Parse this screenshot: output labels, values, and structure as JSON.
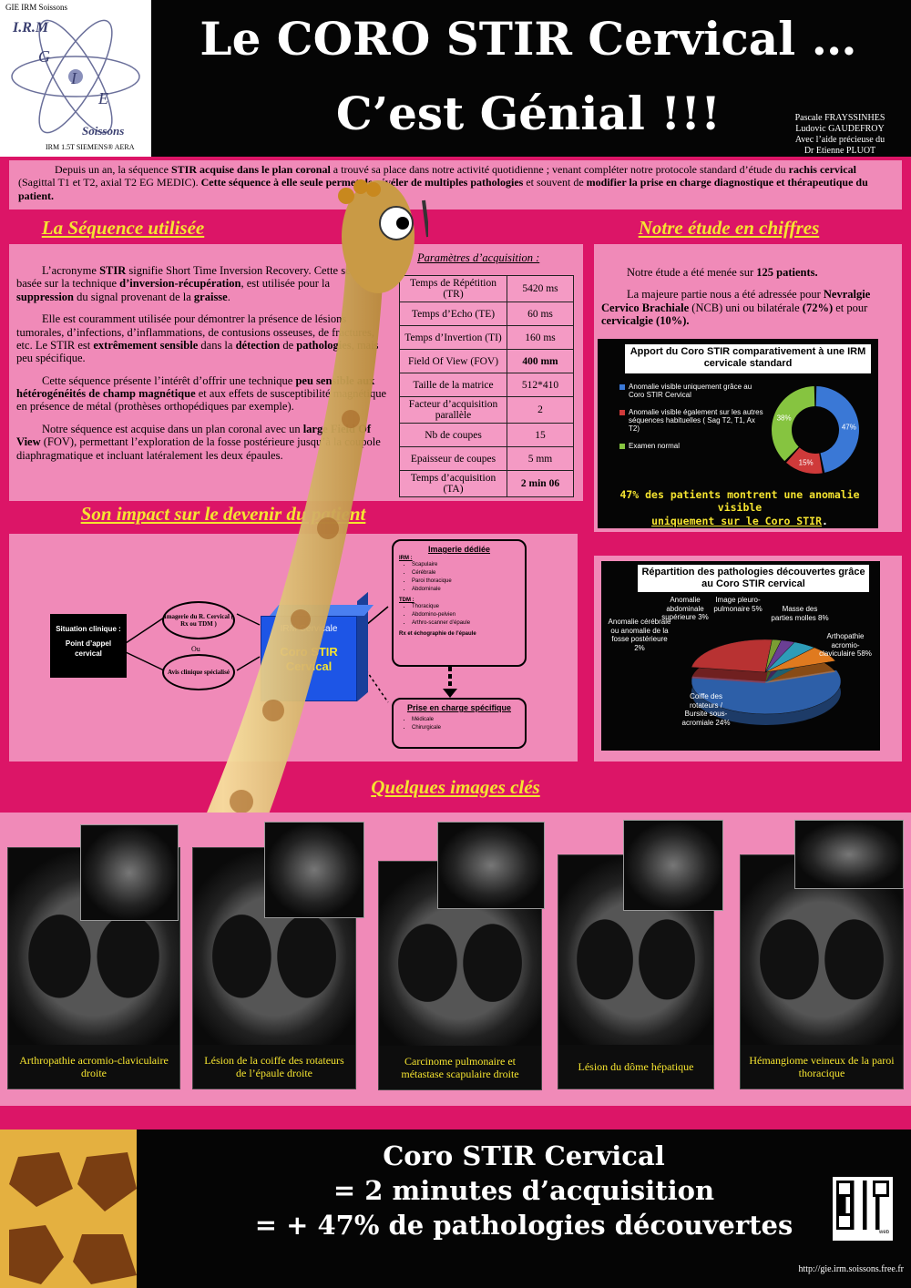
{
  "header": {
    "logo_org": "GIE IRM  Soissons",
    "logo_text1": "I.R.M",
    "logo_text2": "Soissons",
    "logo_letter_g": "G",
    "logo_letter_i": "I",
    "logo_letter_e": "E",
    "logo_caption": "IRM 1.5T SIEMENS® AERA",
    "title_line1": "Le CORO STIR Cervical …",
    "title_line2": "C’est Génial !!!",
    "authors": [
      "Pascale FRAYSSINHES",
      "Ludovic GAUDEFROY",
      "Avec l’aide précieuse du",
      "Dr Etienne PLUOT"
    ]
  },
  "intro": {
    "p1": "Depuis un an, la séquence",
    "p2": "STIR acquise dans le plan coronal",
    "p3": "a trouvé sa place dans notre activité quotidienne ; venant compléter notre protocole standard d’étude du",
    "p4": "rachis cervical",
    "p5": "(Sagittal T1 et T2, axial T2 EG MEDIC).",
    "p6": "Cette séquence à elle seule permet de révéler de multiples pathologies",
    "p7": "et souvent de",
    "p8": "modifier la prise en charge diagnostique et thérapeutique du patient."
  },
  "sequence": {
    "title": "La Séquence utilisée",
    "para1": [
      "L’acronyme",
      "STIR",
      "signifie Short Time Inversion Recovery. Cette séquence basée sur la technique",
      "d’inversion-récupération",
      ", est utilisée pour la",
      "suppression",
      "du signal provenant de la",
      "graisse",
      "."
    ],
    "para2": [
      "Elle est couramment utilisée pour démontrer la présence de lésions tumorales, d’infections, d’inflammations, de contusions osseuses, de fractures, etc. Le STIR est",
      "extrêmement sensible",
      "dans la",
      "détection",
      "de",
      "pathologies",
      ", mais peu spécifique."
    ],
    "para3": [
      "Cette séquence présente l’intérêt d’offrir une technique",
      "peu sensible aux hétérogénéités de champ magnétique",
      "et aux effets de susceptibilité magnétique en présence de métal (prothèses orthopédiques par exemple)."
    ],
    "para4": [
      "Notre séquence est acquise dans un plan coronal avec un",
      "large Field Of View",
      "(FOV), permettant l’exploration de la fosse postérieure jusqu’à la coupole diaphragmatique et incluant latéralement les deux épaules."
    ],
    "params_title": "Paramètres d’acquisition :",
    "params": [
      {
        "label": "Temps de Répétition (TR)",
        "value": "5420 ms",
        "bold": false
      },
      {
        "label": "Temps d’Echo (TE)",
        "value": "60 ms",
        "bold": false
      },
      {
        "label": "Temps d’Invertion (TI)",
        "value": "160 ms",
        "bold": false
      },
      {
        "label": "Field Of View  (FOV)",
        "value": "400 mm",
        "bold": true
      },
      {
        "label": "Taille de la matrice",
        "value": "512*410",
        "bold": false
      },
      {
        "label": "Facteur d’acquisition parallèle",
        "value": "2",
        "bold": false
      },
      {
        "label": "Nb de coupes",
        "value": "15",
        "bold": false
      },
      {
        "label": "Epaisseur de coupes",
        "value": "5 mm",
        "bold": false
      },
      {
        "label": "Temps d’acquisition (TA)",
        "value": "2 min 06",
        "bold": true
      }
    ]
  },
  "impact": {
    "title": "Son impact sur le devenir du patient",
    "situation": "Situation clinique :",
    "point": "Point d’appel cervical",
    "oval1": "Imagerie du R. Cervical ( Rx ou TDM )",
    "ou": "Ou",
    "oval2": "Avis clinique spécialisé",
    "cube_label": "IRM Cervicale",
    "cube_title": "Coro STIR Cervical",
    "dedicated_title": "Imagerie dédiée",
    "irm_label": "IRM :",
    "irm_items": [
      "Scapulaire",
      "Cérébrale",
      "Paroi thoracique",
      "Abdominale"
    ],
    "tdm_label": "TDM :",
    "tdm_items": [
      "Thoracique",
      "Abdomino-pelvien",
      "Arthro-scanner d’épaule"
    ],
    "rx_line": "Rx et échographie de l’épaule",
    "care_title": "Prise en charge spécifique",
    "care_items": [
      "Médicale",
      "Chirurgicale"
    ]
  },
  "study": {
    "title": "Notre étude en chiffres",
    "p1a": "Notre étude a été menée sur",
    "p1b": "125 patients.",
    "p2a": "La majeure partie nous a été adressée pour",
    "p2b": "Nevralgie Cervico Brachiale",
    "p2c": "(NCB) uni ou bilatérale",
    "p2d": "(72%)",
    "p2e": "et pour",
    "p2f": "cervicalgie (10%).",
    "chart1_note1": "47% des patients montrent une anomalie visible",
    "chart1_note2": "uniquement sur le Coro STIR",
    "chart1_note3": "."
  },
  "chart_data": [
    {
      "type": "pie",
      "title": "Apport du Coro STIR comparativement à une IRM cervicale standard",
      "categories": [
        "Anomalie visible uniquement grâce au Coro STIR Cervical",
        "Anomalie visible également sur les autres séquences habituelles ( Sag T2, T1, Ax T2)",
        "Examen normal"
      ],
      "values": [
        47,
        15,
        38
      ],
      "labels": [
        "47%",
        "15%",
        "38%"
      ],
      "colors": [
        "#3a78d6",
        "#cf3a3a",
        "#86c440"
      ],
      "legend": "left"
    },
    {
      "type": "pie",
      "title": "Répartition des pathologies découvertes grâce au Coro STIR cervical",
      "categories": [
        "Arthopathie acromio-claviculaire",
        "Coiffe des rotateurs / Bursite sous-acromiale",
        "Anomalie cérébrale ou anomalie de la fosse postérieure",
        "Anomalie abdominale supérieure",
        "Image pleuro-pulmonaire",
        "Masse des parties molles"
      ],
      "values": [
        58,
        24,
        2,
        3,
        5,
        8
      ],
      "labels": [
        "Arthopathie acromio-claviculaire 58%",
        "Coiffe des rotateurs / Bursite sous-acromiale 24%",
        "Anomalie cérébrale ou anomalie de la fosse postérieure 2%",
        "Anomalie abdominale supérieure 3%",
        "Image pleuro-pulmonaire 5%",
        "Masse des parties molles 8%"
      ],
      "colors": [
        "#2d5fa8",
        "#b83232",
        "#7a9e33",
        "#6a3f94",
        "#2e9cb8",
        "#e07a1f"
      ]
    }
  ],
  "images": {
    "title": "Quelques images clés",
    "captions": [
      "Arthropathie acromio-claviculaire droite",
      "Lésion de la coiffe des rotateurs de l’épaule droite",
      "Carcinome pulmonaire et métastase scapulaire droite",
      "Lésion du dôme hépatique",
      "Hémangiome veineux de la paroi thoracique"
    ]
  },
  "footer": {
    "line1": "Coro STIR Cervical",
    "line2": "= 2 minutes d’acquisition",
    "line3": "= + 47% de pathologies découvertes",
    "qr_label": "web",
    "url": "http://gie.irm.soissons.free.fr"
  }
}
